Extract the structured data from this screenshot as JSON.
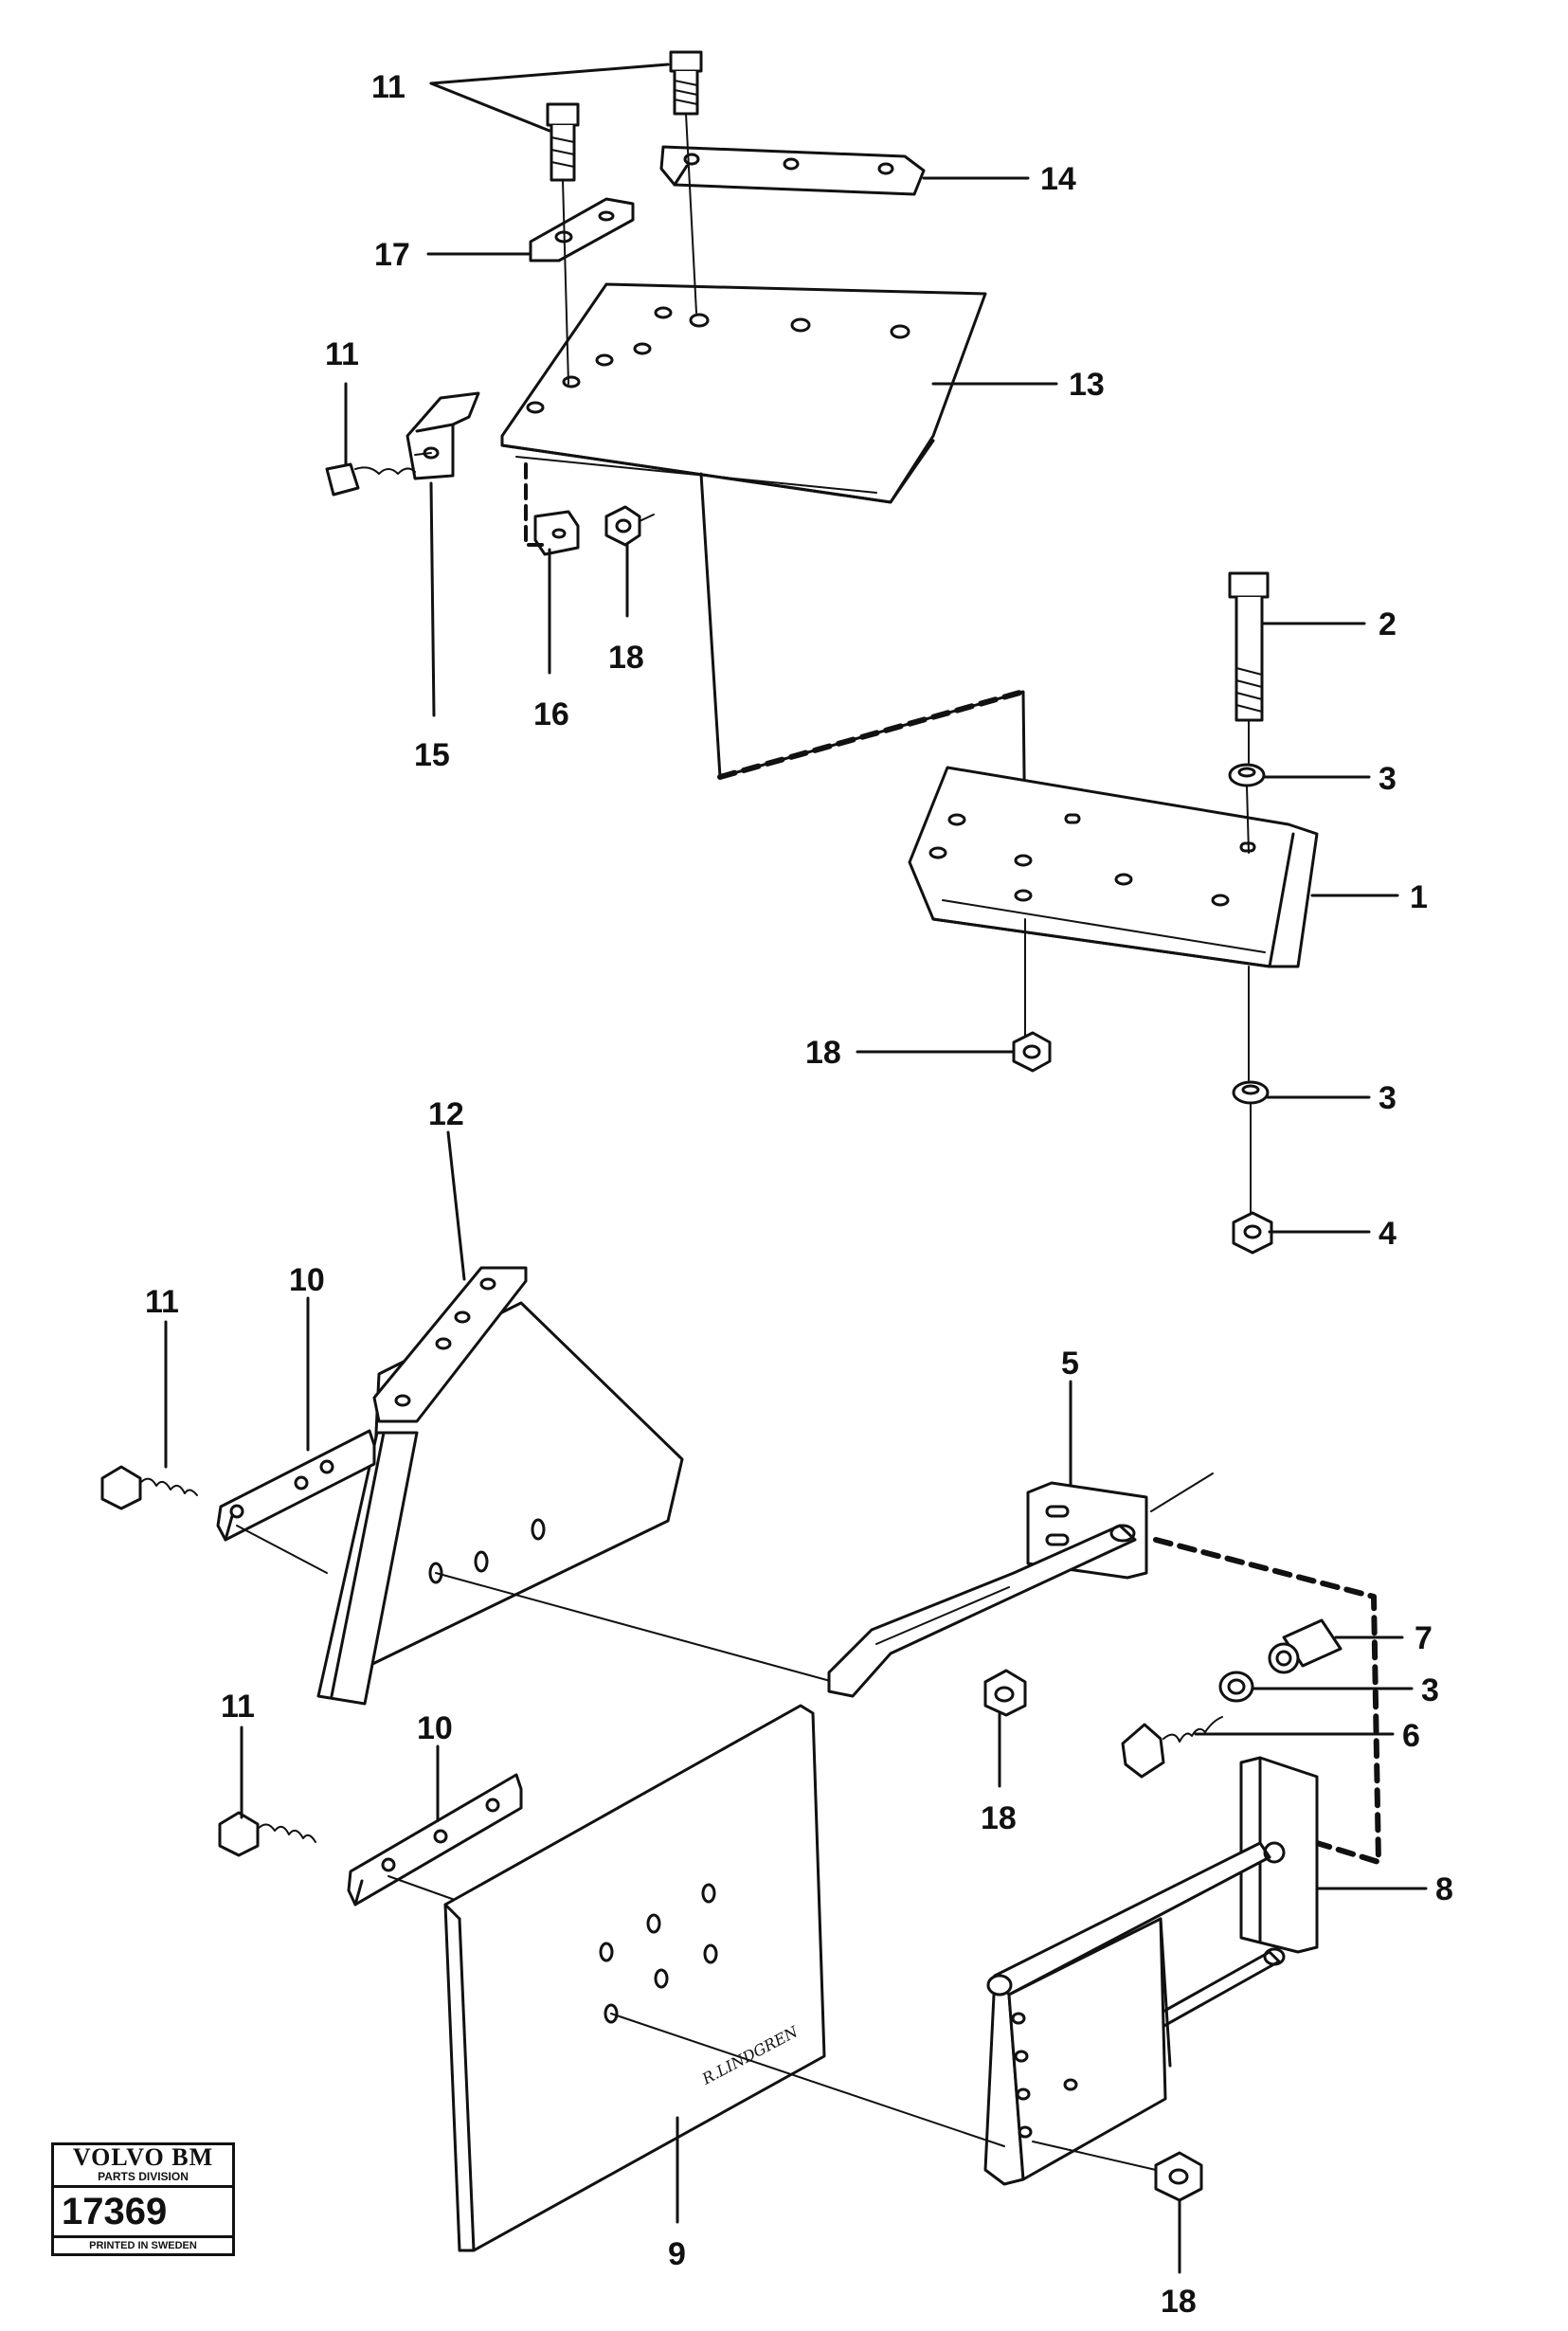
{
  "callouts": {
    "c11_top": "11",
    "c14": "14",
    "c17": "17",
    "c11_mid": "11",
    "c13": "13",
    "c2": "2",
    "c3_top": "3",
    "c1": "1",
    "c18_mid": "18",
    "c16": "16",
    "c15": "15",
    "c18_right": "18",
    "c3_mid": "3",
    "c4": "4",
    "c12": "12",
    "c10_top": "10",
    "c11_left": "11",
    "c5": "5",
    "c7": "7",
    "c3_low": "3",
    "c6": "6",
    "c11_low": "11",
    "c10_low": "10",
    "c18_low": "18",
    "c8": "8",
    "c9": "9",
    "c18_bottom": "18"
  },
  "signature": "R.LINDGREN",
  "stamp": {
    "brand": "VOLVO BM",
    "division": "PARTS DIVISION",
    "number": "17369",
    "printed": "PRINTED IN SWEDEN"
  }
}
